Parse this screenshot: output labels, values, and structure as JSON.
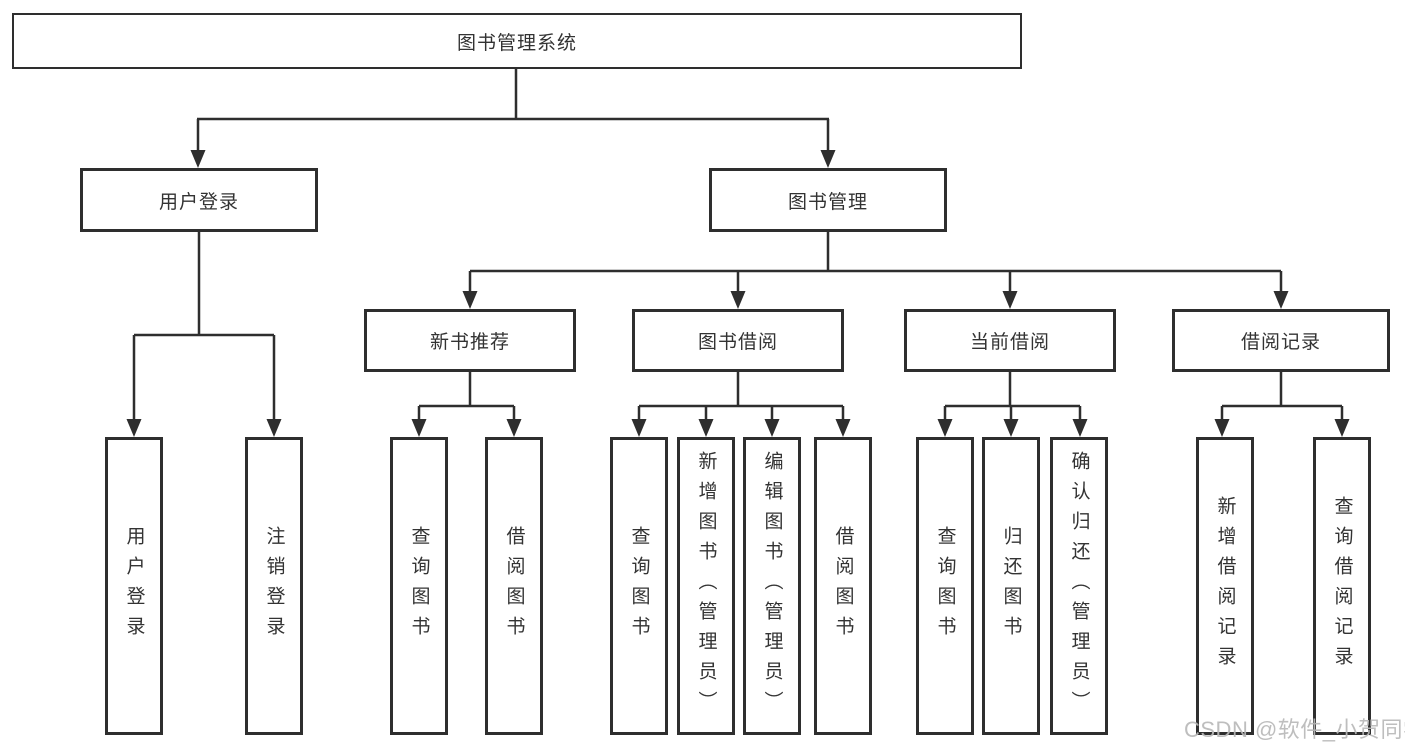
{
  "diagram": {
    "root": "图书管理系统",
    "level2": [
      "用户登录",
      "图书管理"
    ],
    "level3": [
      "新书推荐",
      "图书借阅",
      "当前借阅",
      "借阅记录"
    ],
    "leaves": {
      "user_login": [
        "用户登录",
        "注销登录"
      ],
      "new_book_rec": [
        "查询图书",
        "借阅图书"
      ],
      "book_borrow": [
        "查询图书",
        "新增图书（管理员）",
        "编辑图书（管理员）",
        "借阅图书"
      ],
      "current_borrow": [
        "查询图书",
        "归还图书",
        "确认归还（管理员）"
      ],
      "borrow_record": [
        "新增借阅记录",
        "查询借阅记录"
      ]
    }
  },
  "watermark": "CSDN @软件_小贺同学",
  "colors": {
    "line": "#2e2e2e",
    "box_border": "#2e2e2e",
    "box_background": "#ffffff",
    "text": "#333333",
    "watermark": "#b8b8b8",
    "background": "#ffffff"
  }
}
